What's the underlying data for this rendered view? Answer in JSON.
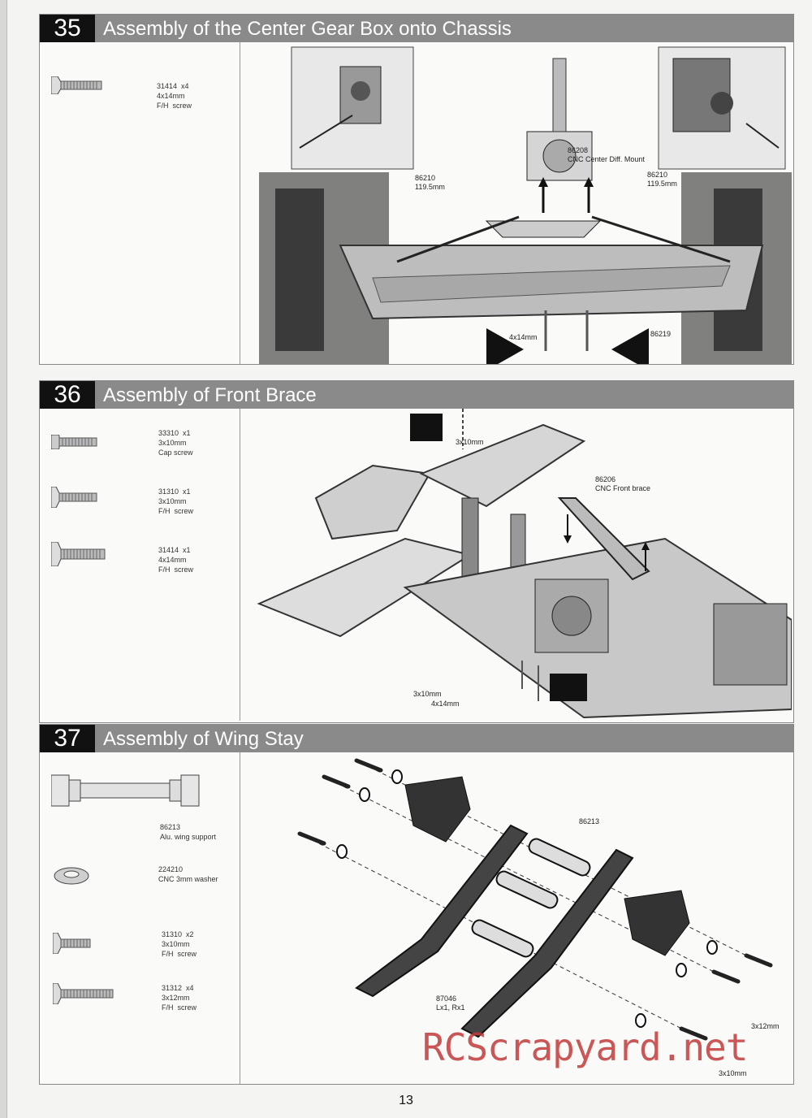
{
  "sections": [
    {
      "number": "35",
      "title": "Assembly of the Center Gear Box onto Chassis",
      "parts": [
        {
          "code": "31414  x4",
          "size": "4x14mm",
          "name": "F/H  screw",
          "icon": "flat-head-screw-icon"
        }
      ],
      "callouts": {
        "mount": "86208\nCNC Center Diff. Mount",
        "shaft_left": "86210\n119.5mm",
        "shaft_right": "86210\n119.5mm",
        "chassis": "86219",
        "screw": "4x14mm"
      }
    },
    {
      "number": "36",
      "title": "Assembly of Front Brace",
      "parts": [
        {
          "code": "33310  x1",
          "size": "3x10mm",
          "name": "Cap screw",
          "icon": "cap-screw-icon"
        },
        {
          "code": "31310  x1",
          "size": "3x10mm",
          "name": "F/H  screw",
          "icon": "flat-head-screw-icon"
        },
        {
          "code": "31414  x1",
          "size": "4x14mm",
          "name": "F/H  screw",
          "icon": "flat-head-screw-icon"
        }
      ],
      "callouts": {
        "top_screw": "3x10mm",
        "brace": "86206\nCNC Front brace",
        "bottom_screw_a": "3x10mm",
        "bottom_screw_b": "4x14mm"
      }
    },
    {
      "number": "37",
      "title": "Assembly of Wing Stay",
      "parts": [
        {
          "code": "86213",
          "size": "Alu. wing support",
          "name": "",
          "icon": "wing-support-icon"
        },
        {
          "code": "224210",
          "size": "CNC 3mm washer",
          "name": "",
          "icon": "washer-icon"
        },
        {
          "code": "31310  x2",
          "size": "3x10mm",
          "name": "F/H  screw",
          "icon": "flat-head-screw-icon"
        },
        {
          "code": "31312  x4",
          "size": "3x12mm",
          "name": "F/H  screw",
          "icon": "flat-head-screw-icon"
        }
      ],
      "callouts": {
        "support": "86213",
        "stay": "87046\nLx1, Rx1",
        "screw_a": "3x12mm",
        "screw_b": "3x10mm"
      }
    }
  ],
  "page_number": "13",
  "watermark": "RCScrapyard.net"
}
